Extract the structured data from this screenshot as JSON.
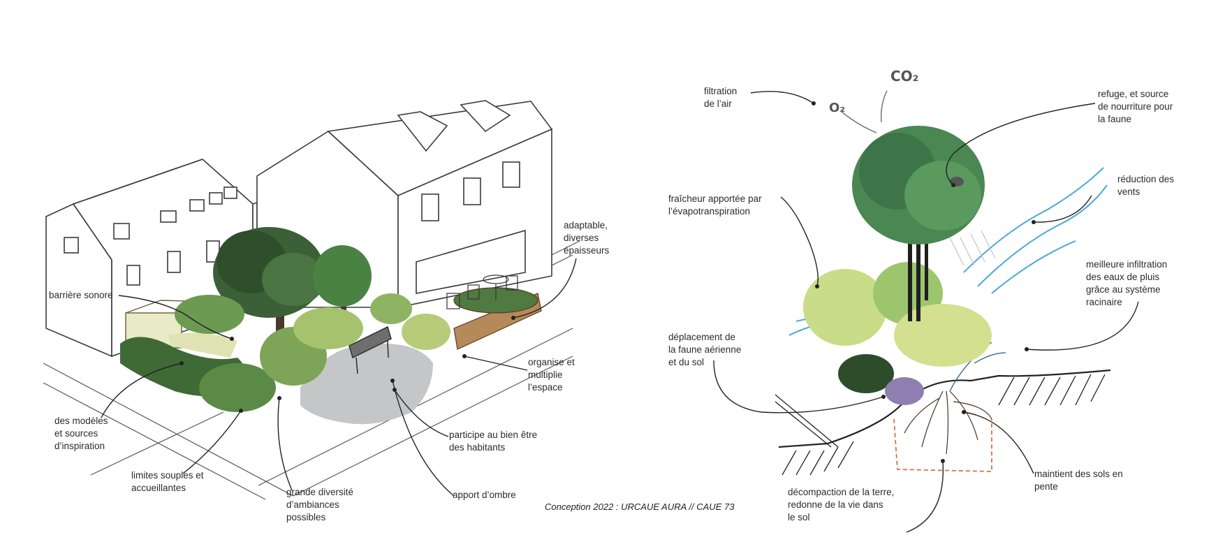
{
  "left_panel": {
    "labels": {
      "barriere_sonore": "barrière sonore",
      "modeles": [
        "des modèles",
        "et sources",
        "d’inspiration"
      ],
      "limites": [
        "limites souples et",
        "accueillantes"
      ],
      "diversite": [
        "grande diversité",
        "d’ambiances",
        "possibles"
      ],
      "ombre": "apport d’ombre",
      "bien_etre": [
        "participe au bien être",
        "des habitants"
      ],
      "organise": [
        "organise et",
        "multiplie",
        "l’espace"
      ],
      "adaptable": [
        "adaptable,",
        "diverses",
        "épaisseurs"
      ]
    }
  },
  "right_panel": {
    "labels": {
      "filtration": [
        "filtration",
        "de l’air"
      ],
      "o2": "O₂",
      "co2": "CO₂",
      "refuge": [
        "refuge, et source",
        "de nourriture pour",
        "la faune"
      ],
      "vents": [
        "réduction des",
        "vents"
      ],
      "fraicheur": [
        "fraîcheur apportée  par",
        "l’évapotranspiration"
      ],
      "infiltration": [
        "meilleure infiltration",
        "des eaux de pluis",
        "grâce au système",
        "racinaire"
      ],
      "deplacement": [
        "déplacement de",
        "la faune aérienne",
        "et du sol"
      ],
      "decompaction": [
        "décompaction de la terre,",
        "redonne de la vie dans",
        "le sol"
      ],
      "maintient": [
        "maintient des sols en",
        "pente"
      ]
    }
  },
  "credit": "Conception 2022 : URCAUE AURA // CAUE 73",
  "colors": {
    "tree_dark": "#2f5a2c",
    "tree_mid": "#4f7f45",
    "shrub_light": "#c9dc87",
    "shade_grey": "#c4c6c7",
    "wind_blue": "#4aa8d8",
    "root_brown": "#6b4a2e",
    "root_dashed": "#d9733a"
  }
}
